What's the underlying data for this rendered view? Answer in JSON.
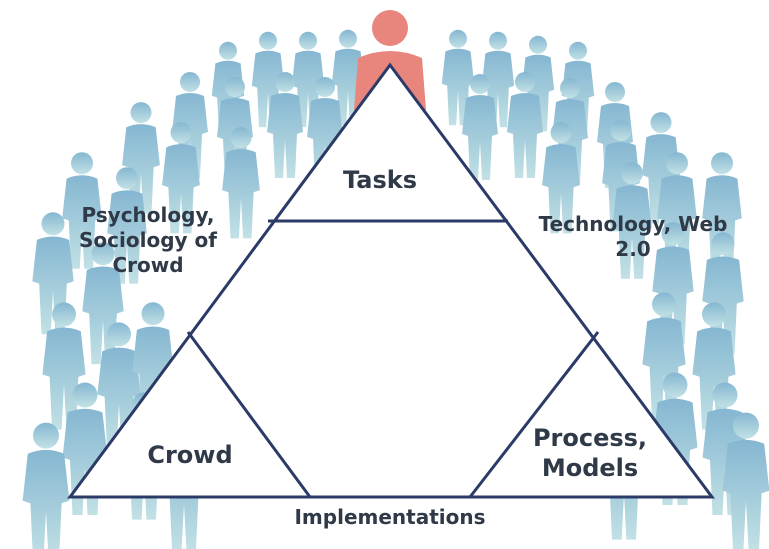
{
  "diagram": {
    "nodes": {
      "tasks": "Tasks",
      "crowd": "Crowd",
      "process_models": [
        "Process,",
        "Models"
      ]
    },
    "edges": {
      "left_side": [
        "Psychology,",
        "Sociology of",
        "Crowd"
      ],
      "right_side": [
        "Technology, Web",
        "2.0"
      ],
      "bottom_side": "Implementations"
    }
  },
  "colors": {
    "triangle_stroke": "#2b3a66",
    "triangle_fill": "#ffffff",
    "crowd_person": "#7fb3cf",
    "crowd_person_light": "#a9d3df",
    "highlight_person": "#e8857c",
    "label_text": "#2f3947"
  },
  "icons": [
    "crowd-people-icon",
    "highlighted-person-icon"
  ]
}
